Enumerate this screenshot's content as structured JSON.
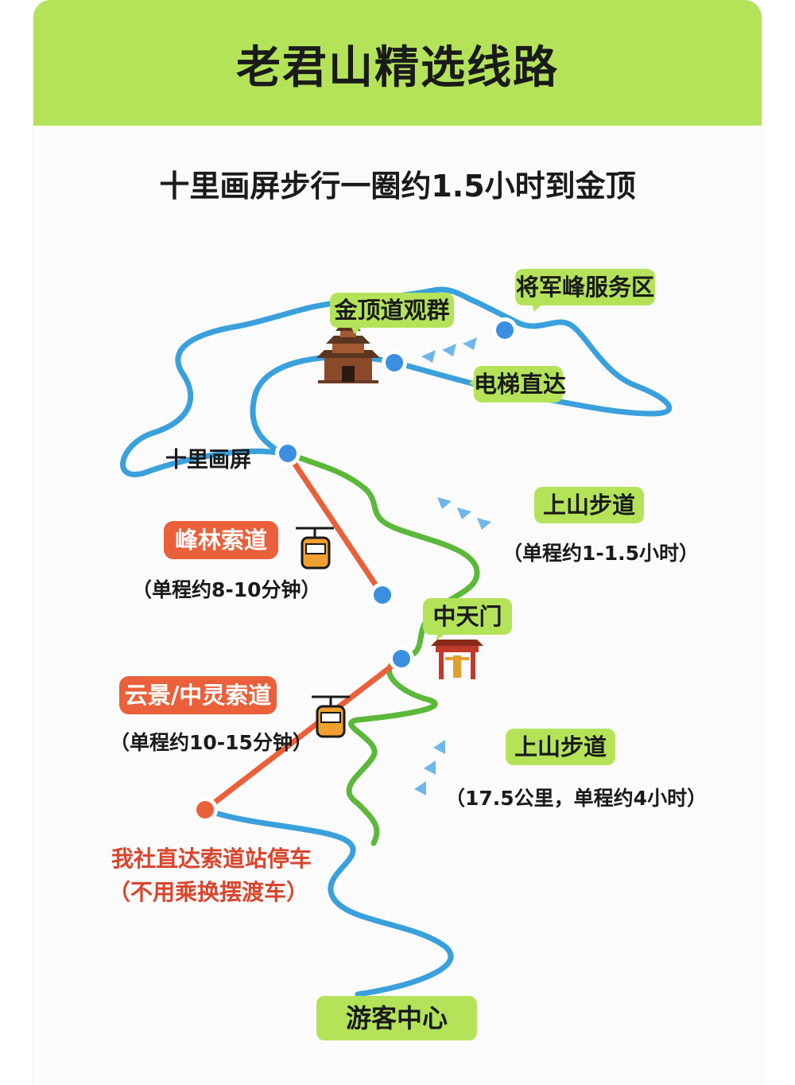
{
  "title": "老君山精选线路",
  "subtitle": "十里画屏步行一圈约1.5小时到金顶",
  "places": {
    "jinding": "金顶道观群",
    "jiangjunfeng": "将军峰服务区",
    "elevator": "电梯直达",
    "shilihuaping": "十里画屏",
    "zhongtianmen": "中天门",
    "visitor_center": "游客中心"
  },
  "routes": {
    "upper_trail": "上山步道",
    "upper_trail_time": "（单程约1-1.5小时）",
    "lower_trail": "上山步道",
    "lower_trail_time": "（17.5公里，单程约4小时）",
    "fenglin_cable": "峰林索道",
    "fenglin_time": "（单程约8-10分钟）",
    "yunjing_cable": "云景/中灵索道",
    "yunjing_time": "（单程约10-15分钟）",
    "parking_note": "我社直达索道站停车",
    "parking_note2": "（不用乘换摆渡车）"
  },
  "colors": {
    "header": "#b4e35a",
    "road": "#3aa0dc",
    "trail": "#5cb83a",
    "cableway": "#e9603a",
    "node": "#3a8fe0"
  }
}
